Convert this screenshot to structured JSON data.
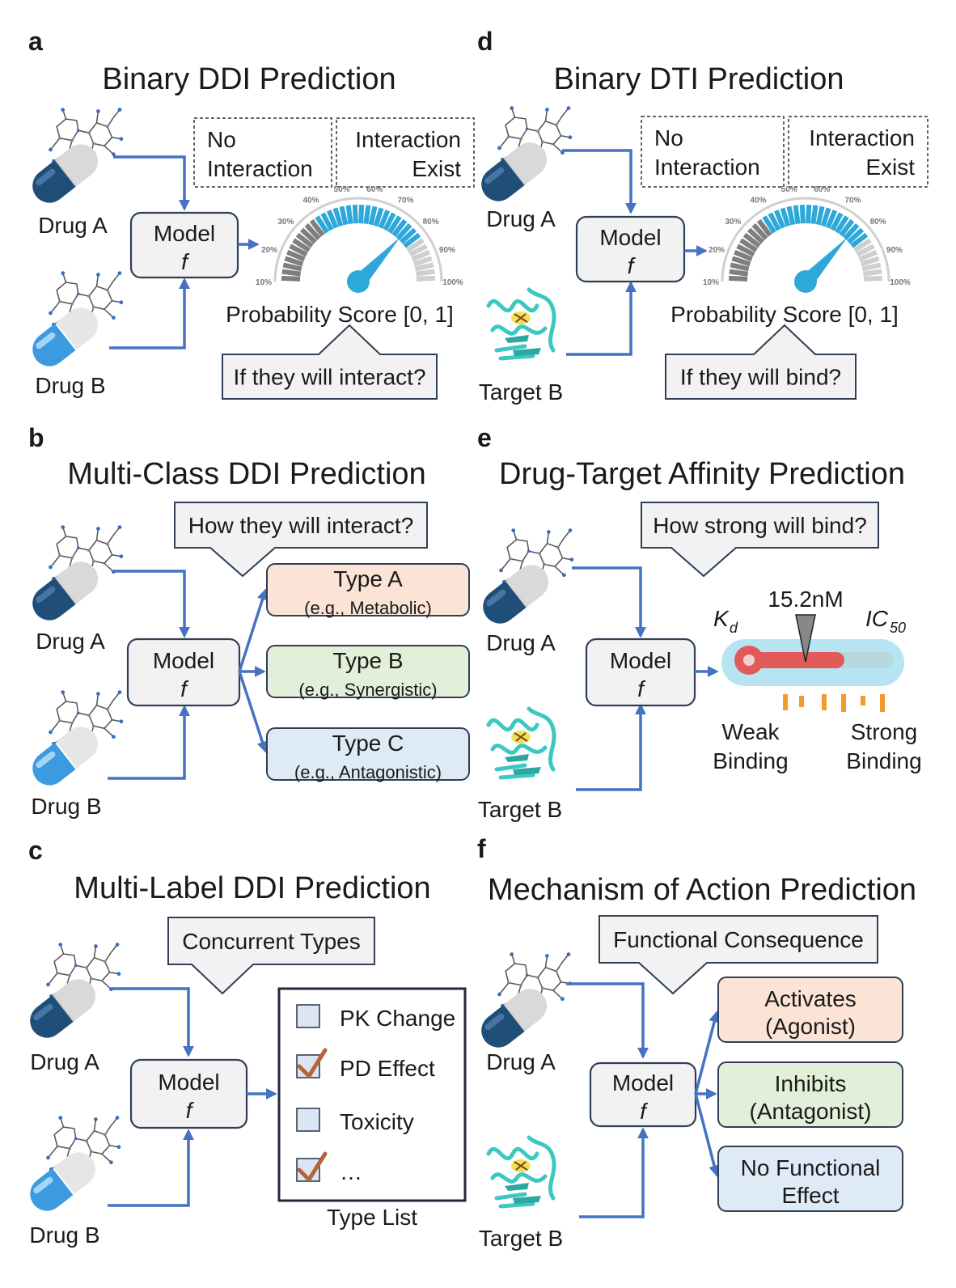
{
  "panels": {
    "a": {
      "letter": "a",
      "title": "Binary DDI Prediction",
      "input1": "Drug A",
      "input2": "Drug B",
      "model": "Model",
      "model_fn": "f",
      "label_no": [
        "No",
        "Interaction"
      ],
      "label_yes": [
        "Interaction",
        "Exist"
      ],
      "gauge_ticks": [
        "10%",
        "20%",
        "30%",
        "40%",
        "50%",
        "60%",
        "70%",
        "80%",
        "90%",
        "100%"
      ],
      "score_label": "Probability Score [0, 1]",
      "question": "If they will interact?"
    },
    "b": {
      "letter": "b",
      "title": "Multi-Class DDI Prediction",
      "input1": "Drug A",
      "input2": "Drug B",
      "model": "Model",
      "model_fn": "f",
      "question": "How they will interact?",
      "types": [
        {
          "name": "Type A",
          "example": "(e.g., Metabolic)",
          "color": "#fbe4d5"
        },
        {
          "name": "Type B",
          "example": "(e.g., Synergistic)",
          "color": "#e2efd9"
        },
        {
          "name": "Type C",
          "example": "(e.g., Antagonistic)",
          "color": "#deebf7"
        }
      ]
    },
    "c": {
      "letter": "c",
      "title": "Multi-Label DDI Prediction",
      "input1": "Drug A",
      "input2": "Drug B",
      "model": "Model",
      "model_fn": "f",
      "question": "Concurrent Types",
      "list_items": [
        {
          "label": "PK Change",
          "checked": false
        },
        {
          "label": "PD Effect",
          "checked": true
        },
        {
          "label": "Toxicity",
          "checked": false
        },
        {
          "label": "…",
          "checked": true
        }
      ],
      "list_caption": "Type List"
    },
    "d": {
      "letter": "d",
      "title": "Binary DTI Prediction",
      "input1": "Drug A",
      "input2": "Target B",
      "model": "Model",
      "model_fn": "f",
      "label_no": [
        "No",
        "Interaction"
      ],
      "label_yes": [
        "Interaction",
        "Exist"
      ],
      "gauge_ticks": [
        "10%",
        "20%",
        "30%",
        "40%",
        "50%",
        "60%",
        "70%",
        "80%",
        "90%",
        "100%"
      ],
      "score_label": "Probability Score [0, 1]",
      "question": "If they will bind?"
    },
    "e": {
      "letter": "e",
      "title": "Drug-Target Affinity Prediction",
      "input1": "Drug A",
      "input2": "Target B",
      "model": "Model",
      "model_fn": "f",
      "question": "How strong will bind?",
      "value": "15.2nM",
      "kd": "K",
      "kd_sub": "d",
      "ic": "IC",
      "ic_sub": "50",
      "weak": [
        "Weak",
        "Binding"
      ],
      "strong": [
        "Strong",
        "Binding"
      ]
    },
    "f": {
      "letter": "f",
      "title": "Mechanism of Action Prediction",
      "input1": "Drug A",
      "input2": "Target B",
      "model": "Model",
      "model_fn": "f",
      "question": "Functional Consequence",
      "outcomes": [
        {
          "line1": "Activates",
          "line2": "(Agonist)",
          "color": "#fbe4d5"
        },
        {
          "line1": "Inhibits",
          "line2": "(Antagonist)",
          "color": "#e2efd9"
        },
        {
          "line1": "No Functional",
          "line2": "Effect",
          "color": "#deebf7"
        }
      ]
    }
  },
  "colors": {
    "arrow": "#4472c4",
    "gauge_blue": "#2ea8d8",
    "gauge_grey": "#7f7f7f",
    "pill_dark": "#1f4e79",
    "pill_light": "#3c9be0",
    "protein": "#3cc8c0",
    "thermo_red": "#e05a5a",
    "thermo_bg": "#a9dff0",
    "tick_orange": "#f39a2e",
    "check": "#b5643c"
  },
  "icons": [
    "pill-capsule-icon",
    "molecule-icon",
    "protein-structure-icon",
    "gauge-icon",
    "thermometer-icon",
    "checkmark-icon"
  ]
}
